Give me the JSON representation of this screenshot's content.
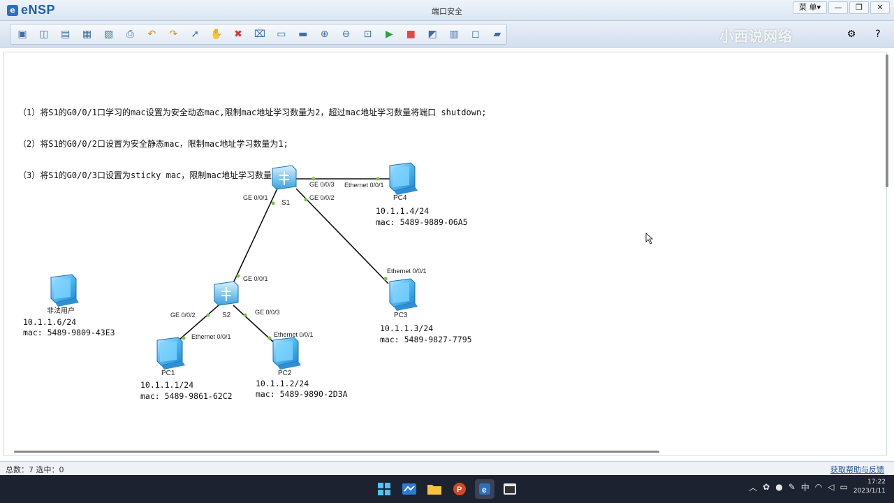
{
  "app": {
    "logo_text": "eNSP",
    "window_title": "端口安全",
    "menu_label": "菜 单▾"
  },
  "toolbar": {
    "buttons": [
      {
        "name": "new-topology-icon"
      },
      {
        "name": "new-example-icon"
      },
      {
        "name": "open-icon"
      },
      {
        "name": "save-icon"
      },
      {
        "name": "save-as-icon"
      },
      {
        "name": "print-icon"
      },
      {
        "name": "undo-icon"
      },
      {
        "name": "redo-icon"
      },
      {
        "name": "select-icon"
      },
      {
        "name": "pan-hand-icon"
      },
      {
        "name": "delete-icon"
      },
      {
        "name": "delete-links-icon"
      },
      {
        "name": "text-icon"
      },
      {
        "name": "palette-icon"
      },
      {
        "name": "zoom-in-icon"
      },
      {
        "name": "zoom-out-icon"
      },
      {
        "name": "fit-icon"
      },
      {
        "name": "start-device-icon"
      },
      {
        "name": "stop-device-icon"
      },
      {
        "name": "capture-icon"
      },
      {
        "name": "grid-icon"
      },
      {
        "name": "topology-icon"
      },
      {
        "name": "cli-icon"
      }
    ]
  },
  "watermark": "小西说网络",
  "tasks": [
    "（1）将S1的G0/0/1口学习的mac设置为安全动态mac,限制mac地址学习数量为2，超过mac地址学习数量将端口 shutdown;",
    "（2）将S1的G0/0/2口设置为安全静态mac，限制mac地址学习数量为1;",
    "（3）将S1的G0/0/3口设置为sticky mac，限制mac地址学习数量为1。"
  ],
  "devices": {
    "S1": {
      "name": "S1"
    },
    "S2": {
      "name": "S2"
    },
    "PC1": {
      "name": "PC1",
      "ip": "10.1.1.1/24",
      "mac": "mac: 5489-9861-62C2"
    },
    "PC2": {
      "name": "PC2",
      "ip": "10.1.1.2/24",
      "mac": "mac: 5489-9890-2D3A"
    },
    "PC3": {
      "name": "PC3",
      "ip": "10.1.1.3/24",
      "mac": "mac: 5489-9827-7795"
    },
    "PC4": {
      "name": "PC4",
      "ip": "10.1.1.4/24",
      "mac": "mac: 5489-9889-06A5"
    },
    "illegal": {
      "name": "非法用户",
      "ip": "10.1.1.6/24",
      "mac": "mac: 5489-9809-43E3"
    }
  },
  "ports": {
    "s1_g001": "GE 0/0/1",
    "s1_g002": "GE 0/0/2",
    "s1_g003": "GE 0/0/3",
    "pc4_eth": "Ethernet 0/0/1",
    "pc3_eth": "Ethernet 0/0/1",
    "s2_g001": "GE 0/0/1",
    "s2_g002": "GE 0/0/2",
    "s2_g003": "GE 0/0/3",
    "pc1_eth": "Ethernet 0/0/1",
    "pc2_eth": "Ethernet 0/0/1"
  },
  "status": {
    "counts": "总数：7 选中：0",
    "help_link": "获取帮助与反馈"
  },
  "taskbar": {
    "ime": "中",
    "time": "17:22",
    "date": "2023/1/11"
  }
}
